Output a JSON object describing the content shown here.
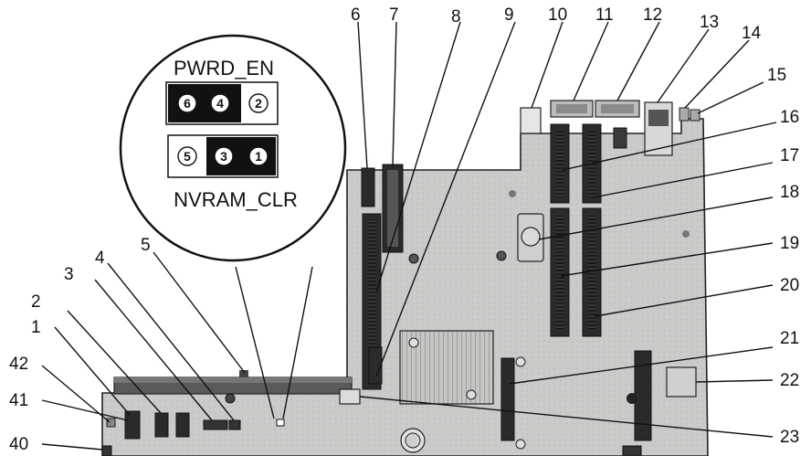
{
  "jumper": {
    "top_label": "PWRD_EN",
    "bottom_label": "NVRAM_CLR",
    "top_pins": [
      "6",
      "4",
      "2"
    ],
    "bottom_pins": [
      "5",
      "3",
      "1"
    ]
  },
  "callouts": [
    {
      "id": "c1",
      "text": "1"
    },
    {
      "id": "c2",
      "text": "2"
    },
    {
      "id": "c3",
      "text": "3"
    },
    {
      "id": "c4",
      "text": "4"
    },
    {
      "id": "c5",
      "text": "5"
    },
    {
      "id": "c6",
      "text": "6"
    },
    {
      "id": "c7",
      "text": "7"
    },
    {
      "id": "c8",
      "text": "8"
    },
    {
      "id": "c9",
      "text": "9"
    },
    {
      "id": "c10",
      "text": "10"
    },
    {
      "id": "c11",
      "text": "11"
    },
    {
      "id": "c12",
      "text": "12"
    },
    {
      "id": "c13",
      "text": "13"
    },
    {
      "id": "c14",
      "text": "14"
    },
    {
      "id": "c15",
      "text": "15"
    },
    {
      "id": "c16",
      "text": "16"
    },
    {
      "id": "c17",
      "text": "17"
    },
    {
      "id": "c18",
      "text": "18"
    },
    {
      "id": "c19",
      "text": "19"
    },
    {
      "id": "c20",
      "text": "20"
    },
    {
      "id": "c21",
      "text": "21"
    },
    {
      "id": "c22",
      "text": "22"
    },
    {
      "id": "c23",
      "text": "23"
    },
    {
      "id": "c40",
      "text": "40"
    },
    {
      "id": "c41",
      "text": "41"
    },
    {
      "id": "c42",
      "text": "42"
    }
  ]
}
